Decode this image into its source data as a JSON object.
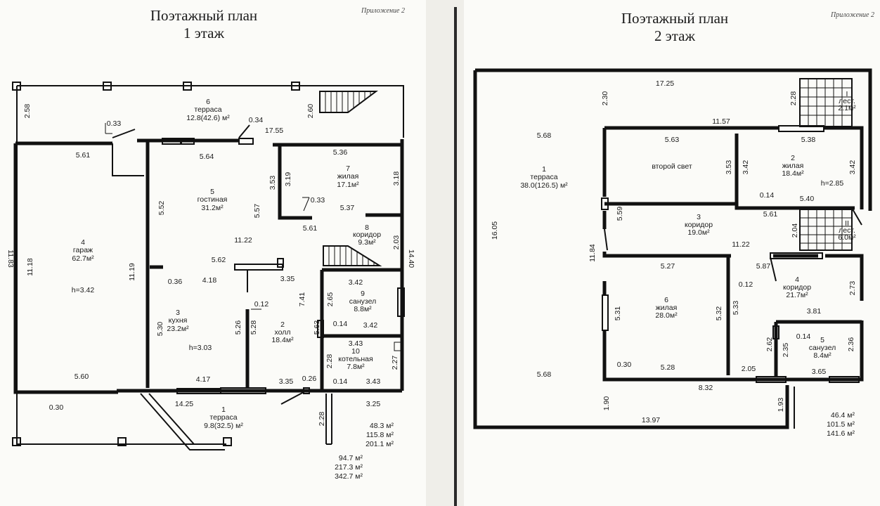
{
  "sheet1": {
    "title_line1": "Поэтажный план",
    "title_line2": "1 этаж",
    "appendix": "Приложение 2",
    "rooms": [
      {
        "num": "6",
        "name": "терраса",
        "area": "12.8(42.6) м²"
      },
      {
        "num": "4",
        "name": "гараж",
        "area": "62.7м²",
        "extra": "h=3.42"
      },
      {
        "num": "5",
        "name": "гостиная",
        "area": "31.2м²"
      },
      {
        "num": "7",
        "name": "жилая",
        "area": "17.1м²"
      },
      {
        "num": "8",
        "name": "коридор",
        "area": "9.3м²"
      },
      {
        "num": "9",
        "name": "санузел",
        "area": "8.8м²"
      },
      {
        "num": "3",
        "name": "кухня",
        "area": "23.2м²",
        "extra": "h=3.03"
      },
      {
        "num": "2",
        "name": "холл",
        "area": "18.4м²"
      },
      {
        "num": "10",
        "name": "котельная",
        "area": "7.8м²"
      },
      {
        "num": "1",
        "name": "терраса",
        "area": "9.8(32.5) м²"
      }
    ],
    "dims": [
      "2.58",
      "0.33",
      "0.34",
      "17.55",
      "2.60",
      "5.61",
      "5.64",
      "5.36",
      "3.53",
      "3.19",
      "3.18",
      "5.52",
      "5.57",
      "0.33",
      "5.37",
      "5.61",
      "11.83",
      "11.18",
      "11.19",
      "11.22",
      "2.03",
      "14.40",
      "5.62",
      "0.36",
      "4.18",
      "3.35",
      "3.42",
      "7.41",
      "2.65",
      "0.12",
      "5.30",
      "5.26",
      "5.28",
      "5.63",
      "0.14",
      "3.42",
      "3.43",
      "2.28",
      "2.27",
      "5.60",
      "4.17",
      "3.35",
      "0.26",
      "0.14",
      "3.43",
      "0.30",
      "14.25",
      "2.28",
      "3.25"
    ],
    "totals_a": [
      "48.3 м²",
      "115.8 м²",
      "201.1 м²"
    ],
    "totals_b": [
      "94.7 м²",
      "217.3 м²",
      "342.7 м²"
    ]
  },
  "sheet2": {
    "title_line1": "Поэтажный план",
    "title_line2": "2 этаж",
    "appendix": "Приложение 2",
    "rooms": [
      {
        "num": "1",
        "name": "терраса",
        "area": "38.0(126.5) м²"
      },
      {
        "num": "",
        "name": "второй свет",
        "area": ""
      },
      {
        "num": "2",
        "name": "жилая",
        "area": "18.4м²",
        "extra": "h=2.85"
      },
      {
        "num": "3",
        "name": "коридор",
        "area": "19.0м²"
      },
      {
        "num": "4",
        "name": "коридор",
        "area": "21.7м²"
      },
      {
        "num": "6",
        "name": "жилая",
        "area": "28.0м²"
      },
      {
        "num": "5",
        "name": "санузел",
        "area": "8.4м²"
      },
      {
        "num": "I",
        "name": "лест.",
        "area": "2.1м²"
      },
      {
        "num": "II",
        "name": "лест.",
        "area": "6.0м²"
      }
    ],
    "dims": [
      "17.25",
      "2.30",
      "2.28",
      "5.68",
      "11.57",
      "5.63",
      "5.38",
      "3.53",
      "3.42",
      "3.42",
      "16.05",
      "5.59",
      "0.14",
      "5.40",
      "5.61",
      "2.04",
      "11.84",
      "11.22",
      "5.27",
      "5.87",
      "0.12",
      "2.73",
      "5.31",
      "5.32",
      "5.33",
      "3.81",
      "0.14",
      "2.62",
      "2.35",
      "2.36",
      "5.68",
      "0.30",
      "5.28",
      "2.05",
      "3.65",
      "8.32",
      "1.90",
      "1.93",
      "13.97"
    ],
    "totals": [
      "46.4 м²",
      "101.5 м²",
      "141.6 м²"
    ]
  }
}
